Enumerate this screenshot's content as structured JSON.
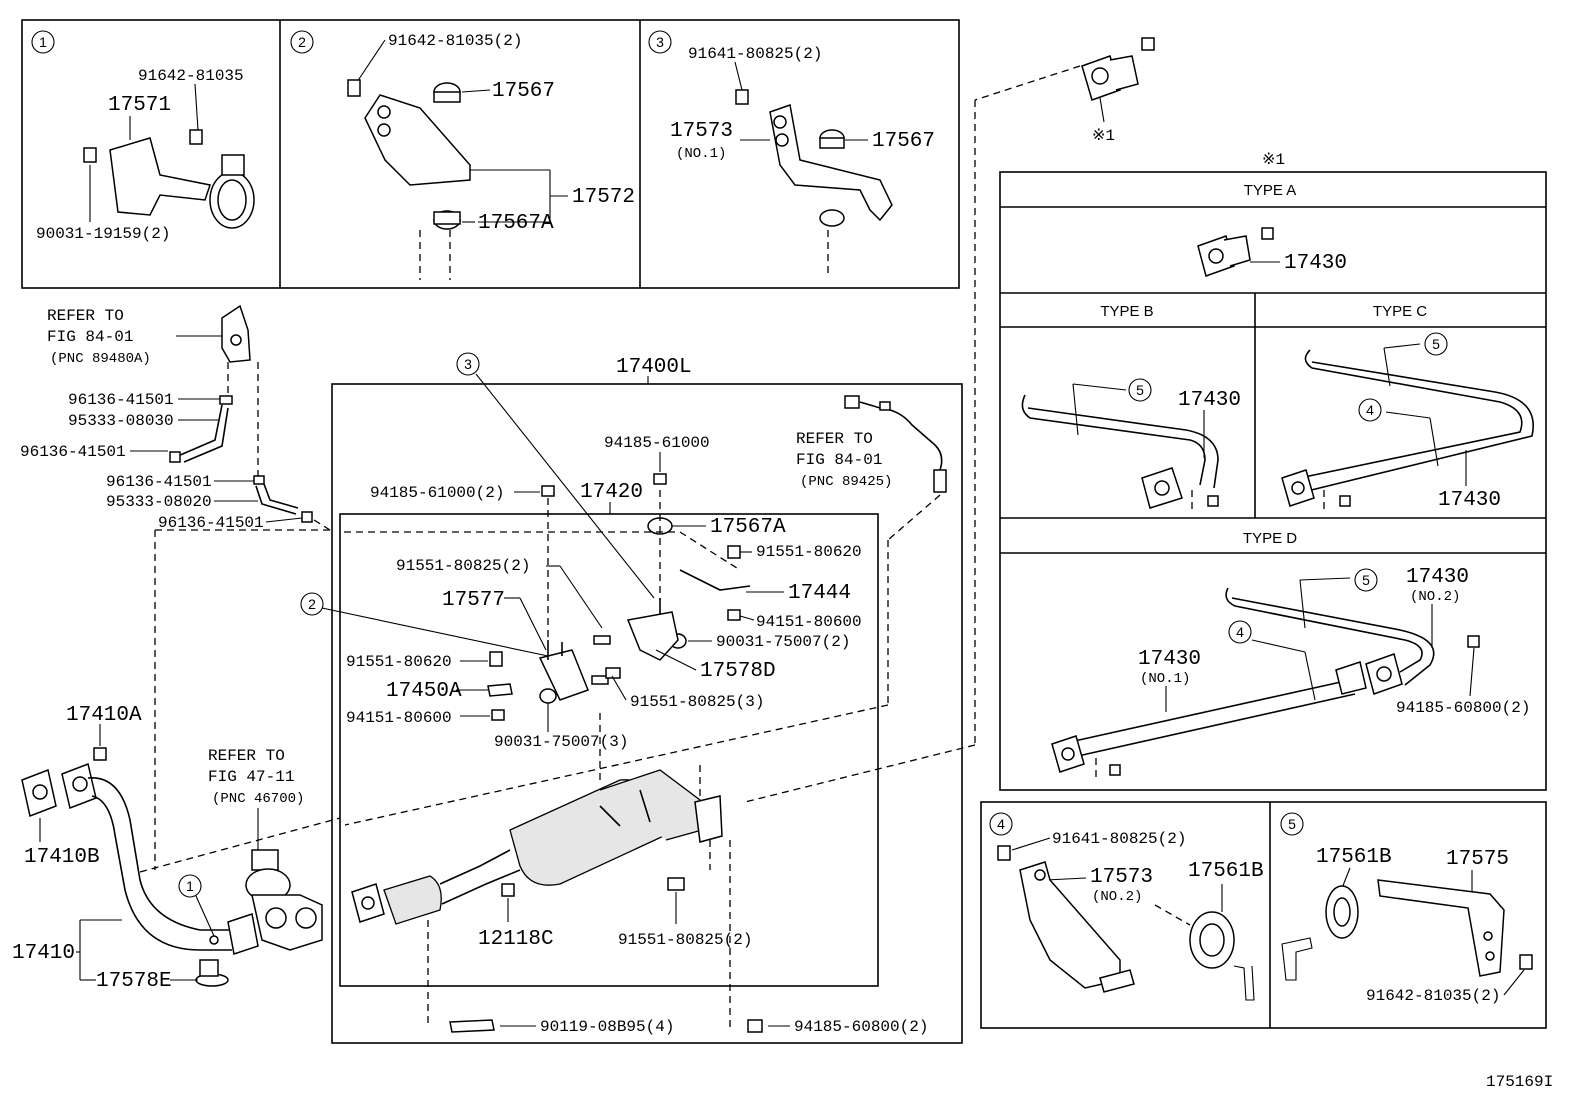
{
  "boxes": {
    "box1": {
      "index": "1",
      "parts": [
        "91642-81035",
        "17571",
        "90031-19159(2)"
      ]
    },
    "box2": {
      "index": "2",
      "parts": [
        "91642-81035(2)",
        "17567",
        "17572",
        "17567A"
      ]
    },
    "box3": {
      "index": "3",
      "parts": [
        "91641-80825(2)",
        "17573",
        "(NO.1)",
        "17567"
      ]
    },
    "box4": {
      "index": "4",
      "parts": [
        "91641-80825(2)",
        "17573",
        "(NO.2)",
        "17561B"
      ]
    },
    "box5": {
      "index": "5",
      "parts": [
        "17561B",
        "17575",
        "91642-81035(2)"
      ]
    }
  },
  "note_mark": "※1",
  "types": {
    "a": {
      "header": "TYPE A",
      "part": "17430"
    },
    "b": {
      "header": "TYPE B",
      "part": "17430",
      "clip": "5"
    },
    "c": {
      "header": "TYPE C",
      "part": "17430",
      "clip5": "5",
      "clip4": "4"
    },
    "d": {
      "header": "TYPE D",
      "part_no2": "17430",
      "no2": "(NO.2)",
      "part_no1": "17430",
      "no1": "(NO.1)",
      "clip5": "5",
      "clip4": "4",
      "nut": "94185-60800(2)"
    }
  },
  "main": {
    "assy": "17400L",
    "converter": "17420",
    "refer1": {
      "l1": "REFER TO",
      "l2": "FIG 84-01",
      "l3": "(PNC 89480A)"
    },
    "refer2": {
      "l1": "REFER TO",
      "l2": "FIG 84-01",
      "l3": "(PNC 89425)"
    },
    "refer3": {
      "l1": "REFER TO",
      "l2": "FIG 47-11",
      "l3": "(PNC 46700)"
    },
    "hoses": [
      "96136-41501",
      "95333-08030",
      "96136-41501",
      "96136-41501",
      "95333-08020",
      "96136-41501"
    ],
    "labels": {
      "n94185_61000": "94185-61000",
      "n94185_61000_2": "94185-61000(2)",
      "n17567A": "17567A",
      "n91551_80620a": "91551-80620",
      "n91551_80825_2": "91551-80825(2)",
      "n17444": "17444",
      "n17577": "17577",
      "n94151_80600a": "94151-80600",
      "n90031_75007_2": "90031-75007(2)",
      "n91551_80620b": "91551-80620",
      "n17578D": "17578D",
      "n17450A": "17450A",
      "n91551_80825_3": "91551-80825(3)",
      "n94151_80600b": "94151-80600",
      "n90031_75007_3": "90031-75007(3)",
      "n17410A": "17410A",
      "n17410B": "17410B",
      "n17410": "17410",
      "n17578E": "17578E",
      "n12118C": "12118C",
      "n91551_80825_2b": "91551-80825(2)",
      "n90119": "90119-08B95(4)",
      "n94185_60800": "94185-60800(2)",
      "c3": "3",
      "c2": "2",
      "c1": "1"
    }
  },
  "footer_id": "175169I"
}
